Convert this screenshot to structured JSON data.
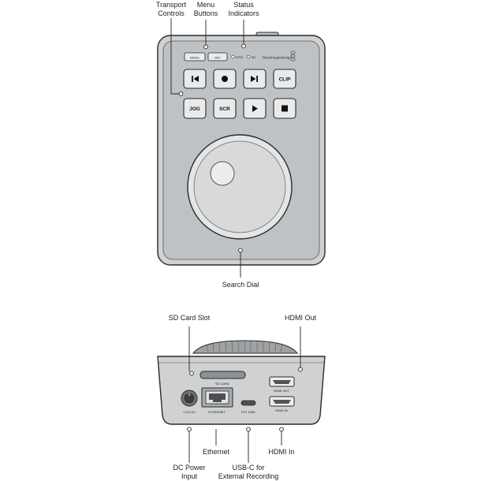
{
  "top_view": {
    "callouts": {
      "transport_controls": [
        "Transport",
        "Controls"
      ],
      "menu_buttons": [
        "Menu",
        "Buttons"
      ],
      "status_indicators": [
        "Status",
        "Indicators"
      ],
      "search_dial": "Search Dial"
    },
    "panel": {
      "menu_button": "MENU",
      "set_button": "SET",
      "disk_indicator": "DISK",
      "sd_indicator": "SD",
      "brand": "Blackmagicdesign"
    },
    "buttons": {
      "clip": "CLIP",
      "jog": "JOG",
      "scr": "SCR"
    },
    "button_icons": [
      "skip-back-icon",
      "record-icon",
      "skip-forward-icon",
      "play-icon",
      "stop-icon"
    ]
  },
  "rear_view": {
    "callouts": {
      "sd_card_slot": "SD Card Slot",
      "hdmi_out": "HDMI Out",
      "dc_power": [
        "DC Power",
        "Input"
      ],
      "ethernet": "Ethernet",
      "usb_c": [
        "USB-C for",
        "External Recording"
      ],
      "hdmi_in": "HDMI In"
    },
    "port_labels": {
      "sd_card": "SD CARD",
      "hdmi_out": "HDMI OUT",
      "power": "+12V DC",
      "ethernet": "ETHERNET",
      "ext_disk": "EXT DISK",
      "hdmi_in": "HDMI IN"
    }
  },
  "colors": {
    "panel_body": "#cfd1d3",
    "button_face": "#e9eaeb",
    "outline": "#2a2a2a",
    "text": "#222222"
  }
}
